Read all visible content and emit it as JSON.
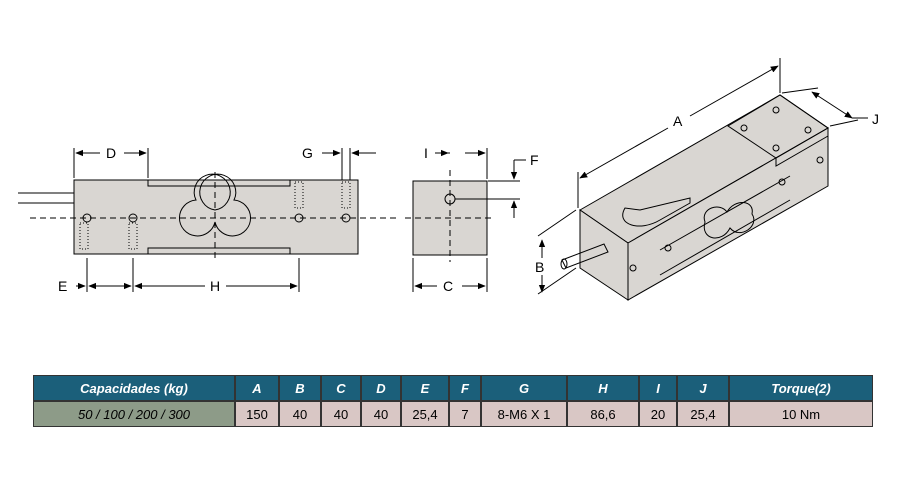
{
  "drawing": {
    "labels": {
      "front_D": "D",
      "front_G": "G",
      "front_E": "E",
      "front_H": "H",
      "side_I": "I",
      "side_F": "F",
      "side_C": "C",
      "iso_A": "A",
      "iso_B": "B",
      "iso_J": "J"
    }
  },
  "table": {
    "headers": [
      "Capacidades (kg)",
      "A",
      "B",
      "C",
      "D",
      "E",
      "F",
      "G",
      "H",
      "I",
      "J",
      "Torque(2)"
    ],
    "rows": [
      [
        "50 / 100 / 200 / 300",
        "150",
        "40",
        "40",
        "40",
        "25,4",
        "7",
        "8-M6 X 1",
        "86,6",
        "20",
        "25,4",
        "10 Nm"
      ]
    ]
  },
  "colors": {
    "header_bg": "#1b5f7a",
    "row_bg": "#d9c7c5",
    "capacity_cell_bg": "#8d9b88",
    "part_fill": "#d9d6d2"
  }
}
